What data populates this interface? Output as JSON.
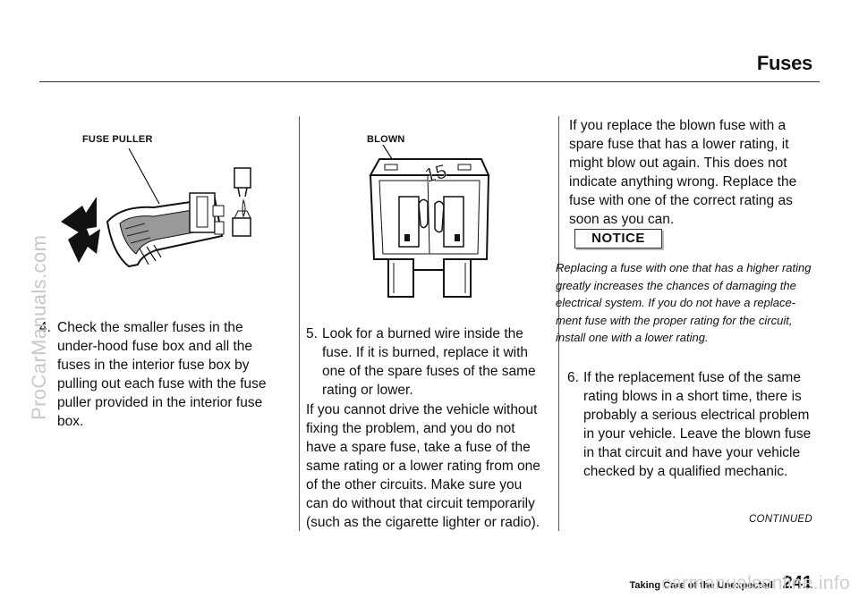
{
  "header": {
    "title": "Fuses"
  },
  "figure_left": {
    "label": "FUSE PULLER"
  },
  "figure_middle": {
    "label": "BLOWN",
    "fuse_rating": "15"
  },
  "col1": {
    "step_number": "4.",
    "step_text": "Check the smaller fuses in the under-hood fuse box and all the fuses in the interior fuse box by pulling out each fuse with the fuse puller provided in the interior fuse box."
  },
  "col2": {
    "step_number": "5.",
    "step_text": "Look for a burned wire inside the fuse. If it is burned, replace it with one of the spare fuses of the same rating or lower.",
    "paragraph": "If you cannot drive the vehicle without fixing the problem, and you do not have a spare fuse, take a fuse of the same rating or a lower rating from one of the other circuits. Make sure you can do without that circuit temporarily (such as the cigarette lighter or radio)."
  },
  "col3": {
    "paragraph": "If you replace the blown fuse with a spare fuse that has a lower rating, it might blow out again. This does not indicate anything wrong. Replace the fuse with one of the correct rating as soon as you can.",
    "notice_label": "NOTICE",
    "notice_text": "Replacing a fuse with one that has a higher rating greatly increases the chances of damaging the electrical system. If you do not have a replace-ment fuse with the proper rating for the circuit, install one with a lower rating.",
    "step_number": "6.",
    "step_text": "If the replacement fuse of the same rating blows in a short time, there is probably a serious electrical problem in your vehicle. Leave the blown fuse in that circuit and have your vehicle checked by a qualified mechanic."
  },
  "footer": {
    "continued": "CONTINUED",
    "section": "Taking Care of the Unexpected",
    "page_number": "241"
  },
  "watermarks": {
    "side": "ProCarManuals.com",
    "bottom": "carmanualsonline.info"
  }
}
